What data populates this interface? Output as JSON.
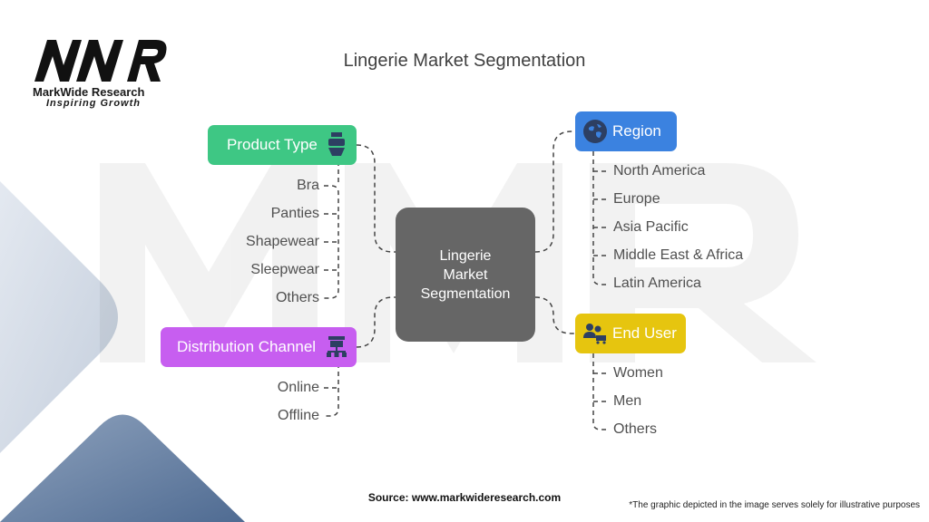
{
  "logo": {
    "mark": "MWR",
    "name": "MarkWide Research",
    "tagline": "Inspiring Growth"
  },
  "title": "Lingerie Market Segmentation",
  "center": {
    "lines": [
      "Lingerie",
      "Market",
      "Segmentation"
    ]
  },
  "categories": {
    "product_type": {
      "label": "Product Type",
      "color": "#3ec784",
      "icon": "bra-icon",
      "items": [
        "Bra",
        "Panties",
        "Shapewear",
        "Sleepwear",
        "Others"
      ]
    },
    "distribution_channel": {
      "label": "Distribution Channel",
      "color": "#c75ef0",
      "icon": "store-network-icon",
      "items": [
        "Online",
        "Offline"
      ]
    },
    "region": {
      "label": "Region",
      "color": "#3b82e0",
      "icon": "globe-icon",
      "items": [
        "North America",
        "Europe",
        "Asia Pacific",
        "Middle East & Africa",
        "Latin America"
      ]
    },
    "end_user": {
      "label": "End User",
      "color": "#e6c50f",
      "icon": "users-cart-icon",
      "items": [
        "Women",
        "Men",
        "Others"
      ]
    }
  },
  "footer": {
    "source": "Source: www.markwideresearch.com",
    "disclaimer": "*The graphic depicted in the image serves solely for illustrative purposes"
  }
}
